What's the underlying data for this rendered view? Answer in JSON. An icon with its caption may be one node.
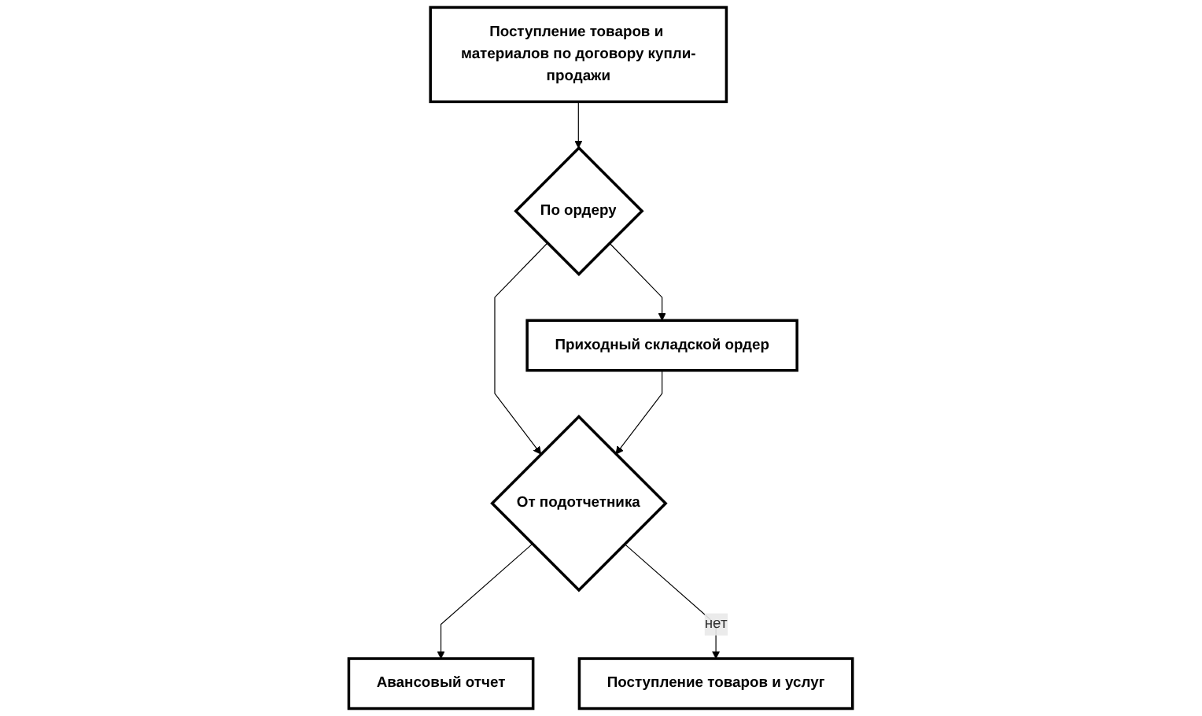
{
  "diagram": {
    "nodes": [
      {
        "text": [
          "Поступление товаров и материалов по договору купли-продажи"
        ]
      },
      {
        "text": [
          "По ордеру"
        ]
      },
      {
        "text": [
          "Приходный складской ордер"
        ]
      },
      {
        "text": [
          "От подотчетника"
        ]
      },
      {
        "text": [
          "Авансовый отчет"
        ]
      },
      {
        "text": [
          "Поступление товаров и услуг"
        ]
      }
    ],
    "edges": [
      {
        "from": 0,
        "to": 1,
        "arrow": "to"
      },
      {
        "from": 1,
        "to": 2,
        "arrow": "to"
      },
      {
        "from": 1,
        "to": 3,
        "arrow": "to"
      },
      {
        "from": 2,
        "to": 3,
        "arrow": "to"
      },
      {
        "from": 3,
        "to": 4,
        "arrow": "to"
      },
      {
        "from": 3,
        "to": 5,
        "arrow": "to",
        "label": "нет"
      }
    ]
  }
}
